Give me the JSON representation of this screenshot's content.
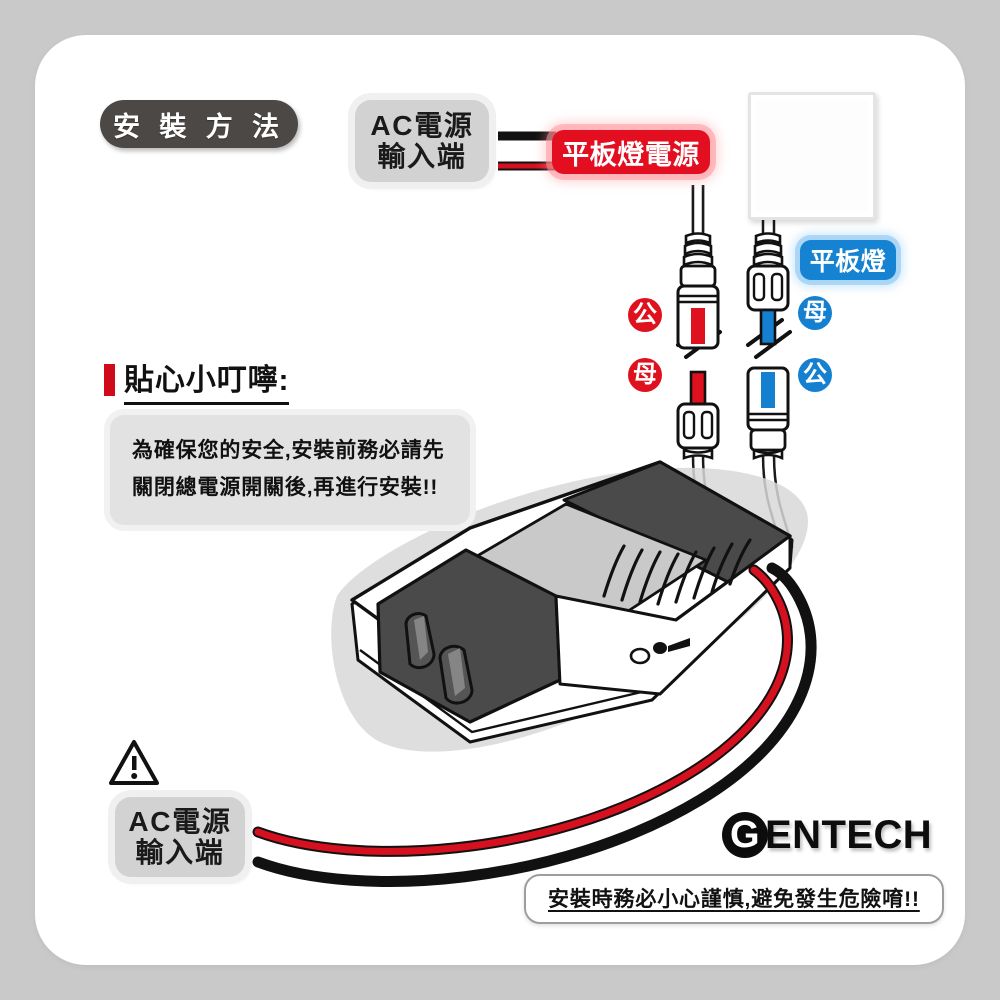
{
  "doc": {
    "title_pill": "安 裝 方 法",
    "background_color": "#c9c9c9",
    "card_color": "#ffffff"
  },
  "labels": {
    "ac_input_top": {
      "line1": "AC電源",
      "line2": "輸入端"
    },
    "ac_input_bottom": {
      "line1": "AC電源",
      "line2": "輸入端"
    },
    "panel_power": "平板燈電源",
    "panel_light": "平板燈",
    "panel_power_color": "#e30f20",
    "panel_light_color": "#1682d2"
  },
  "connectors": {
    "left_top": {
      "badge": "公",
      "color": "#e0111f",
      "side": "left",
      "row": "top"
    },
    "left_bottom": {
      "badge": "母",
      "color": "#e0111f",
      "side": "left",
      "row": "bottom"
    },
    "right_top": {
      "badge": "母",
      "color": "#1580d0",
      "side": "right",
      "row": "top"
    },
    "right_bottom": {
      "badge": "公",
      "color": "#1580d0",
      "side": "right",
      "row": "bottom"
    }
  },
  "tip": {
    "heading": "貼心小叮嚀:",
    "accent_color": "#cf0a1b",
    "body_line1": "為確保您的安全,安裝前務必請先",
    "body_line2": "關閉總電源開關後,再進行安裝!!"
  },
  "footer": {
    "brand_initial": "G",
    "brand_rest": "ENTECH",
    "caption": "安裝時務必小心謹慎,避免發生危險唷!!"
  },
  "wires": {
    "live_color": "#d5111f",
    "neutral_color": "#111111"
  },
  "icons": {
    "warning": "warning-triangle-icon"
  }
}
